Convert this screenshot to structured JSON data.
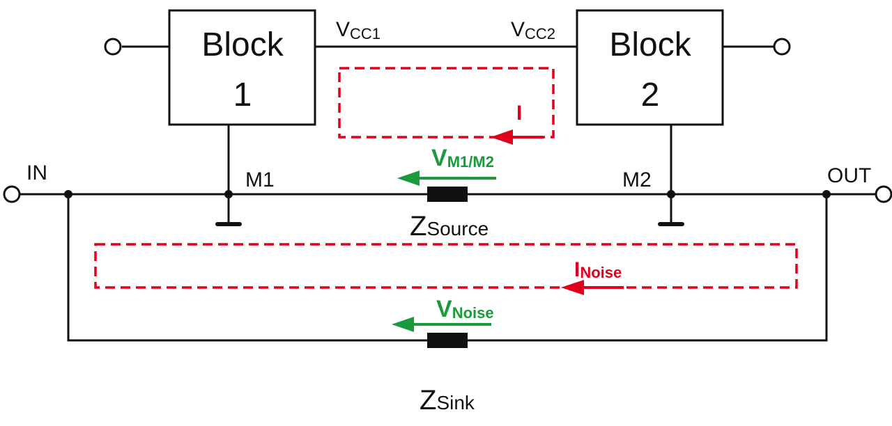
{
  "diagram": {
    "title": "Ground loop noise coupling between two blocks",
    "colors": {
      "wire": "#111111",
      "current_loop": "#e0001b",
      "voltage_arrow": "#1a9a3a",
      "background": "#ffffff"
    },
    "blocks": [
      {
        "id": "block1",
        "line1": "Block",
        "line2": "1"
      },
      {
        "id": "block2",
        "line1": "Block",
        "line2": "2"
      }
    ],
    "supply_labels": {
      "vcc1": {
        "main": "V",
        "sub": "CC1"
      },
      "vcc2": {
        "main": "V",
        "sub": "CC2"
      }
    },
    "nodes": {
      "in": "IN",
      "out": "OUT",
      "m1": "M1",
      "m2": "M2"
    },
    "impedances": {
      "source": {
        "main": "Z",
        "sub": "Source"
      },
      "sink": {
        "main": "Z",
        "sub": "Sink"
      }
    },
    "currents": {
      "signal": {
        "main": "I",
        "sub": ""
      },
      "noise": {
        "main": "I",
        "sub": "Noise"
      }
    },
    "voltages": {
      "m1m2": {
        "main": "V",
        "sub": "M1/M2"
      },
      "noise": {
        "main": "V",
        "sub": "Noise"
      }
    },
    "icons": [
      "terminal-circle-icon",
      "ground-icon",
      "junction-dot-icon",
      "impedance-icon",
      "arrow-left-icon"
    ]
  }
}
